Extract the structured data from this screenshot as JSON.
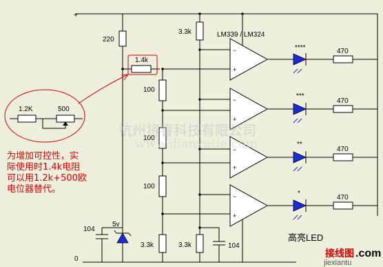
{
  "labels": {
    "vplus": "+",
    "ground": "0",
    "r_top": "220",
    "r_bias": "1.4k",
    "r_div1": "100",
    "r_div2": "100",
    "r_div3": "100",
    "r_bottom_left": "3.3k",
    "r_pull_top": "3.3k",
    "r_pull_bottom": "3.3k",
    "cap_left": "104",
    "cap_right": "104",
    "zener": "5v",
    "chip": "LM339 / LM324",
    "inset_r": "1.2K",
    "inset_pot": "500",
    "led_caption": "高亮LED"
  },
  "leds": [
    {
      "stars": "****",
      "resistor": "470"
    },
    {
      "stars": "***",
      "resistor": "470"
    },
    {
      "stars": "**",
      "resistor": "470"
    },
    {
      "stars": "*",
      "resistor": "470"
    }
  ],
  "opamp_pins": {
    "minus": "−",
    "plus": "+"
  },
  "note_lines": [
    "为增加可控性，实",
    "际使用时1.4k电阻",
    "可以用1.2k+500欧",
    "电位器替代。"
  ],
  "watermark": {
    "cn": "杭州将睿科技有限公司",
    "en": "www.dianzutie.com"
  },
  "brand": {
    "cn": "接线图",
    "en": "jiexiantu",
    "suffix": ".com"
  },
  "colors": {
    "background": "#efefde",
    "led": "#1a2cd6",
    "note": "#d40000"
  }
}
